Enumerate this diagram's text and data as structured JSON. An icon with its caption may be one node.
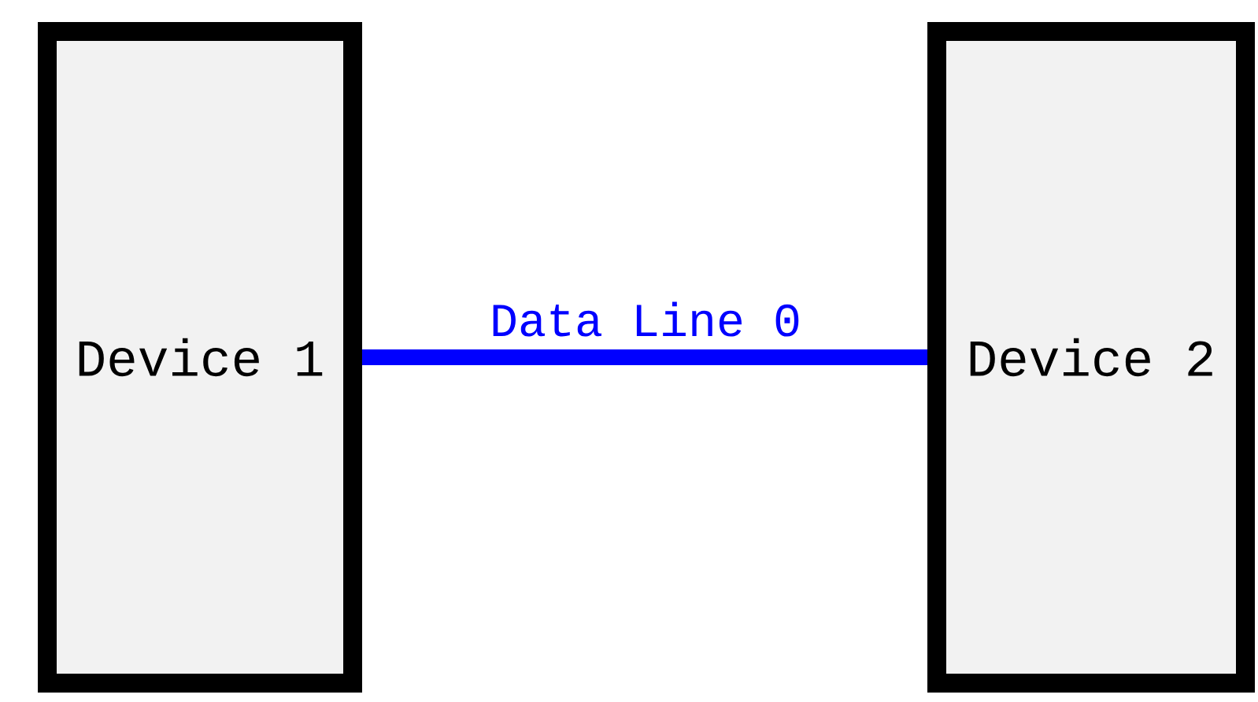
{
  "diagram": {
    "nodes": [
      {
        "text": [
          "Device 1"
        ]
      },
      {
        "text": [
          "Device 2"
        ]
      }
    ],
    "edges": [
      {
        "from": 0,
        "to": 1,
        "arrow": "none",
        "label": "Data Line 0",
        "color": "#0000ff"
      }
    ]
  }
}
